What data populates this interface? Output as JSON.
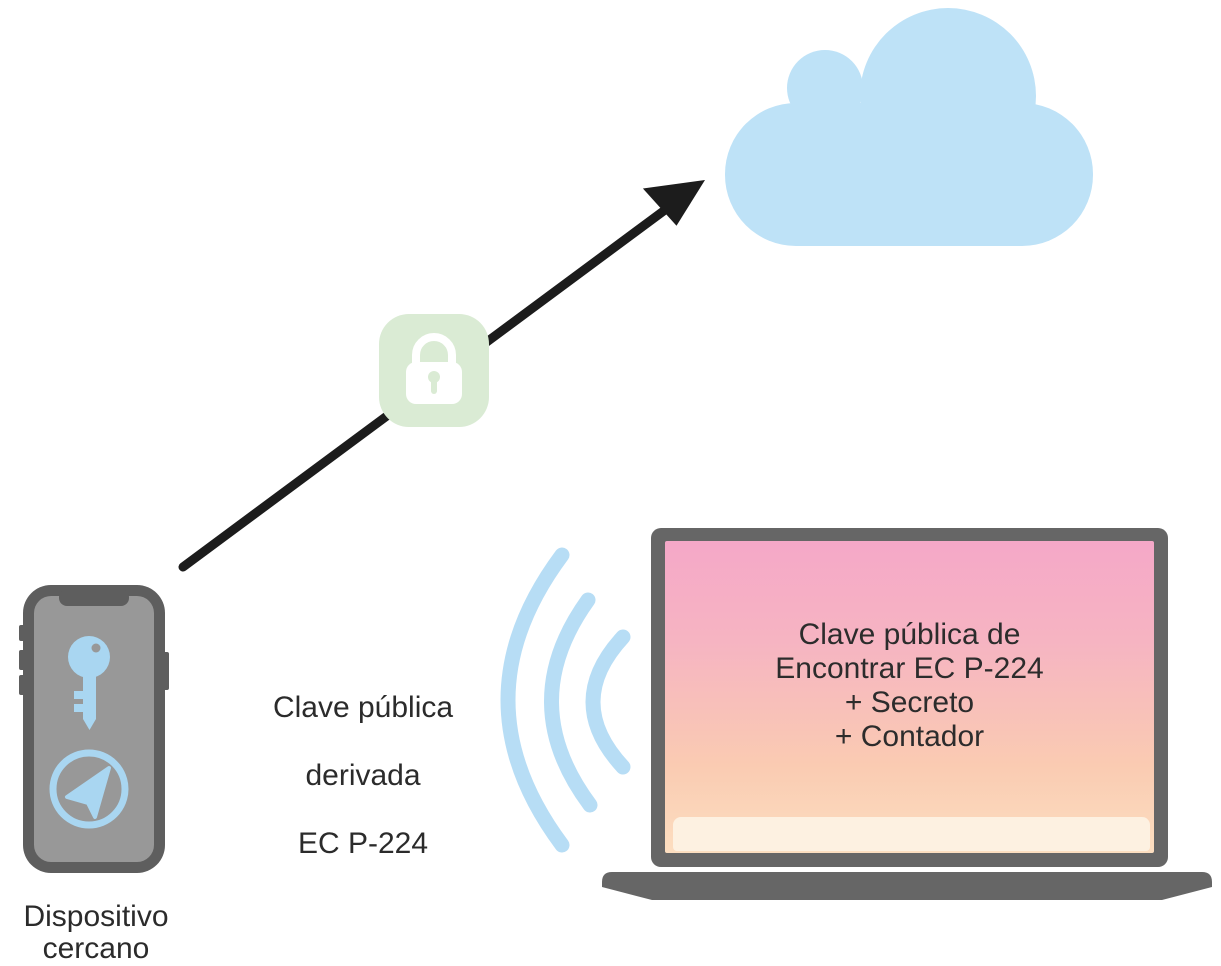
{
  "diagram": {
    "cloud": {
      "icon": "cloud-icon"
    },
    "encrypted_link": {
      "icon": "lock-icon",
      "arrow": "arrow-up-right"
    },
    "nearby_device": {
      "label": "Dispositivo cercano",
      "icons": [
        "key-icon",
        "location-arrow-icon"
      ]
    },
    "broadcast": {
      "icon": "radio-waves-icon",
      "label_lines": [
        "Clave pública",
        "derivada",
        "EC P-224"
      ]
    },
    "laptop": {
      "screen_lines": [
        "Clave pública de",
        "Encontrar EC P-224",
        "+ Secreto",
        "+ Contador"
      ]
    }
  },
  "colors": {
    "cloud-blue": "#bee2f7",
    "wave-blue": "#b7ddf5",
    "icon-blue": "#a9d6f1",
    "lock-green": "#daebd4",
    "screen-pink": "#f5a8c8",
    "screen-peach": "#fcdec0",
    "dock-cream": "#fdf1e1",
    "laptop-gray": "#666666",
    "phone-frame-gray": "#5e5e5e",
    "phone-screen-gray": "#989898",
    "arrow-black": "#1c1c1c",
    "text-dark": "#2b2b2b"
  }
}
